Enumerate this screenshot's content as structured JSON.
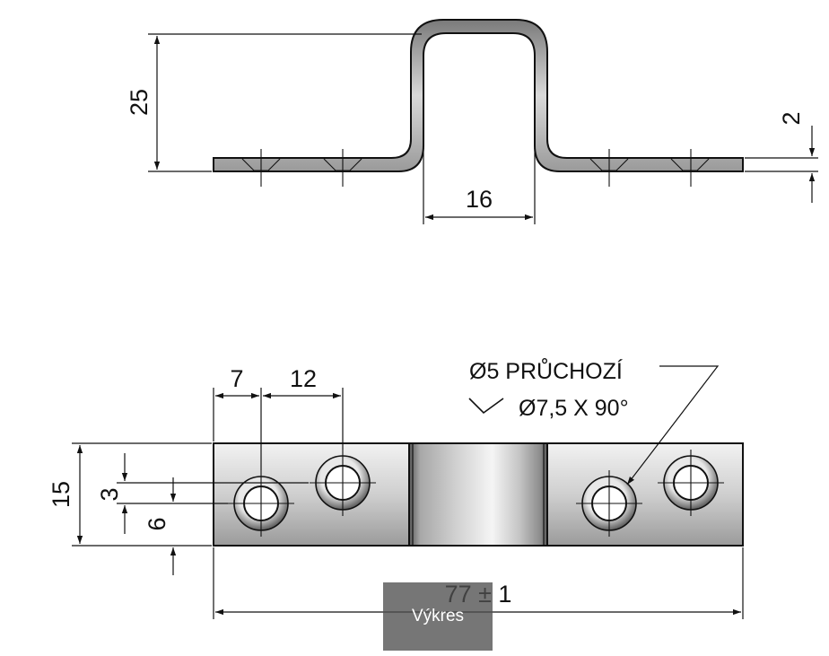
{
  "side_view": {
    "dim_height": "25",
    "dim_thickness": "2",
    "dim_inner_width": "16"
  },
  "top_view": {
    "dim_edge_to_hole": "7",
    "dim_hole_spacing": "12",
    "dim_width": "15",
    "dim_hole_offset_a": "3",
    "dim_hole_offset_b": "6",
    "dim_length": "77 ± 1",
    "note_hole": "Ø5 PRŮCHOZÍ",
    "note_countersink": "Ø7,5 X 90°"
  },
  "caption": {
    "label": "Výkres"
  },
  "colors": {
    "line": "#111111",
    "metal_light": "#e6e6e6",
    "metal_dark": "#8a8a8a"
  }
}
